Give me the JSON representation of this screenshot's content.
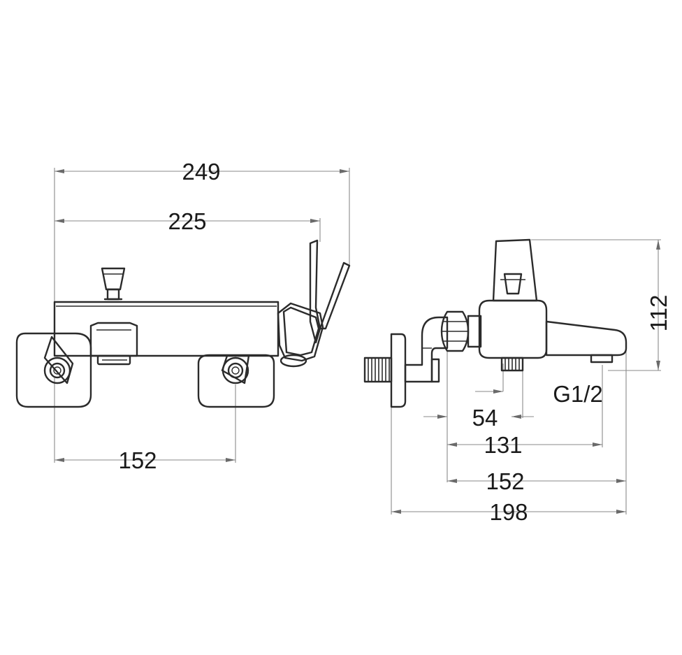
{
  "front_view": {
    "overall_width": "249",
    "body_width": "225",
    "mount_spacing": "152"
  },
  "side_view": {
    "height": "112",
    "thread": "G1/2",
    "outlet_offset": "54",
    "spout_reach": "131",
    "body_reach": "152",
    "total_depth": "198"
  }
}
